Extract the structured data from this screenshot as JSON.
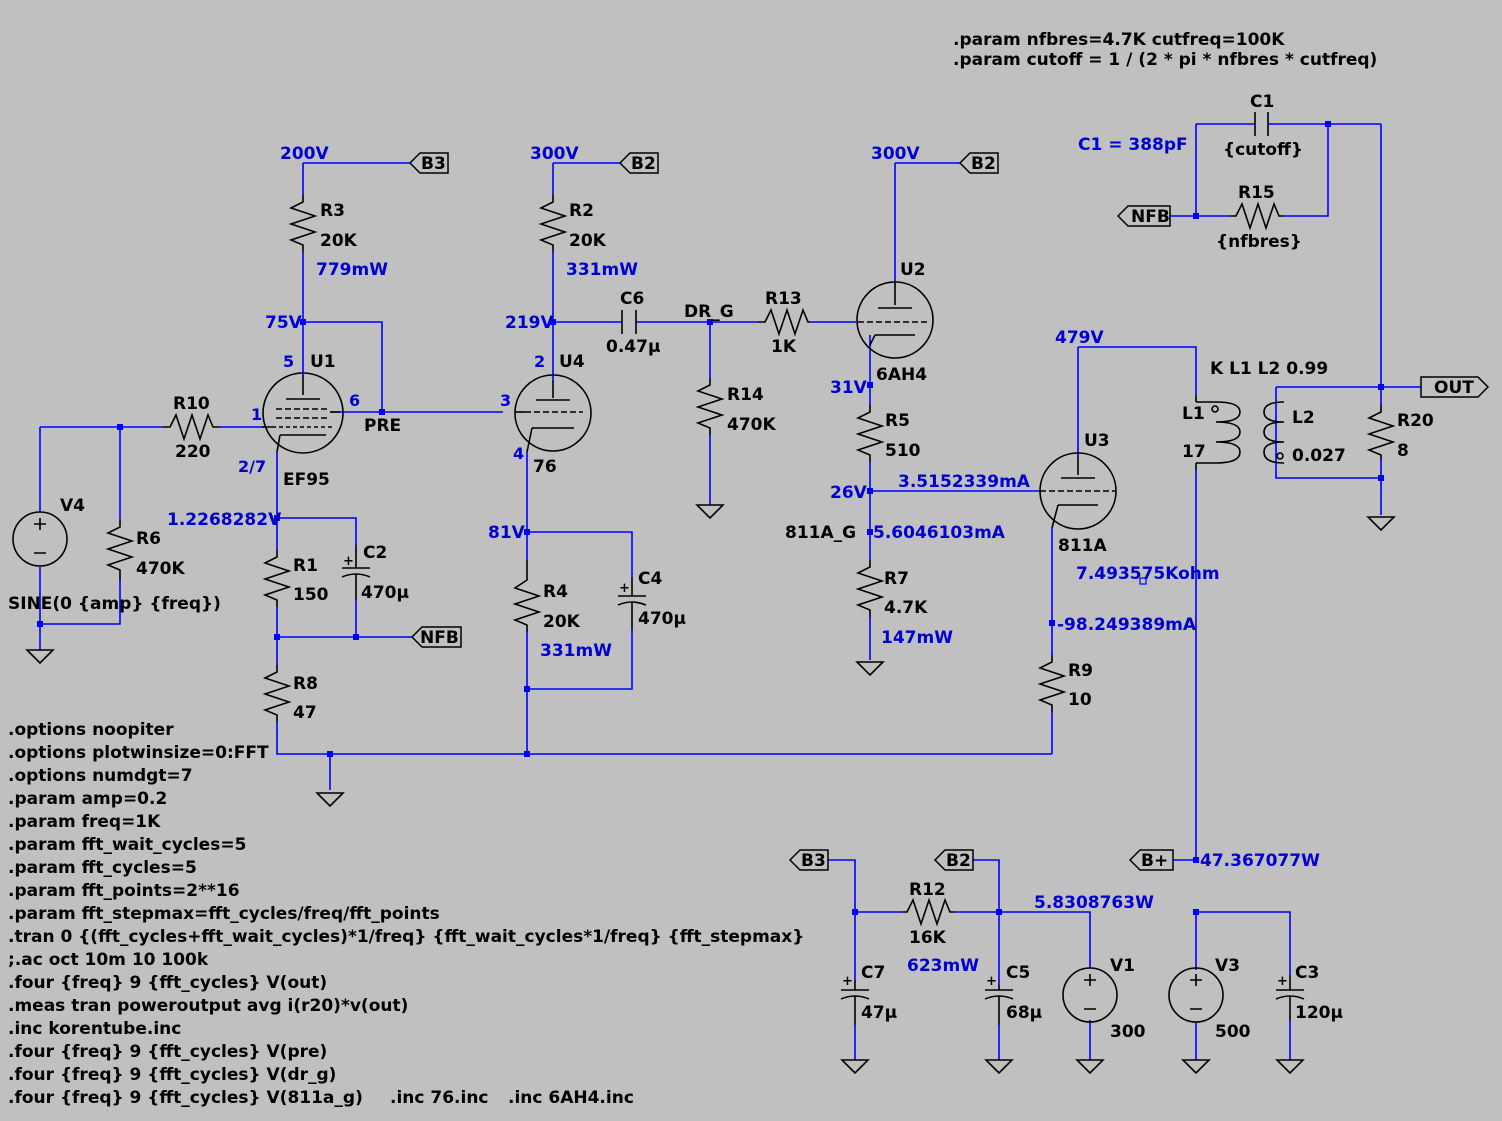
{
  "directives": {
    "top": [
      ".param nfbres=4.7K cutfreq=100K",
      ".param cutoff = 1 / (2  * pi * nfbres * cutfreq)"
    ],
    "bottom": [
      ".options noopiter",
      ".options plotwinsize=0:FFT",
      ".options numdgt=7",
      ".param amp=0.2",
      ".param freq=1K",
      ".param fft_wait_cycles=5",
      ".param fft_cycles=5",
      ".param fft_points=2**16",
      ".param fft_stepmax=fft_cycles/freq/fft_points",
      ".tran 0 {(fft_cycles+fft_wait_cycles)*1/freq} {fft_wait_cycles*1/freq} {fft_stepmax}",
      ";.ac oct 10m 10 100k",
      ".four {freq} 9 {fft_cycles} V(out)",
      ".meas tran poweroutput avg i(r20)*v(out)",
      ".inc korentube.inc",
      ".four {freq} 9 {fft_cycles} V(pre)",
      ".four {freq} 9 {fft_cycles} V(dr_g)",
      ".four {freq} 9 {fft_cycles} V(811a_g)"
    ],
    "inc_76": ".inc 76.inc",
    "inc_6ah4": ".inc 6AH4.inc",
    "coupling": "K L1 L2 0.99"
  },
  "components": {
    "R1": {
      "name": "R1",
      "value": "150"
    },
    "R2": {
      "name": "R2",
      "value": "20K"
    },
    "R3": {
      "name": "R3",
      "value": "20K"
    },
    "R4": {
      "name": "R4",
      "value": "20K"
    },
    "R5": {
      "name": "R5",
      "value": "510"
    },
    "R6": {
      "name": "R6",
      "value": "470K"
    },
    "R7": {
      "name": "R7",
      "value": "4.7K"
    },
    "R8": {
      "name": "R8",
      "value": "47"
    },
    "R9": {
      "name": "R9",
      "value": "10"
    },
    "R10": {
      "name": "R10",
      "value": "220"
    },
    "R12": {
      "name": "R12",
      "value": "16K"
    },
    "R13": {
      "name": "R13",
      "value": "1K"
    },
    "R14": {
      "name": "R14",
      "value": "470K"
    },
    "R15": {
      "name": "R15",
      "value": "{nfbres}"
    },
    "R20": {
      "name": "R20",
      "value": "8"
    },
    "C1": {
      "name": "C1",
      "value": "{cutoff}"
    },
    "C2": {
      "name": "C2",
      "value": "470μ"
    },
    "C3": {
      "name": "C3",
      "value": "120μ"
    },
    "C4": {
      "name": "C4",
      "value": "470μ"
    },
    "C5": {
      "name": "C5",
      "value": "68μ"
    },
    "C6": {
      "name": "C6",
      "value": "0.47μ"
    },
    "C7": {
      "name": "C7",
      "value": "47μ"
    },
    "L1": {
      "name": "L1",
      "value": "17"
    },
    "L2": {
      "name": "L2",
      "value": "0.027"
    },
    "V1": {
      "name": "V1",
      "value": "300"
    },
    "V3": {
      "name": "V3",
      "value": "500"
    },
    "V4": {
      "name": "V4",
      "value": "SINE(0 {amp} {freq})"
    },
    "U1": {
      "name": "U1",
      "value": "EF95"
    },
    "U2": {
      "name": "U2",
      "value": "6AH4"
    },
    "U3": {
      "name": "U3",
      "value": "811A"
    },
    "U4": {
      "name": "U4",
      "value": "76"
    }
  },
  "pins": {
    "u1_1": "1",
    "u1_5": "5",
    "u1_6": "6",
    "u1_27": "2/7",
    "u4_2": "2",
    "u4_3": "3",
    "u4_4": "4"
  },
  "nets": {
    "pre": "PRE",
    "dr_g": "DR_G",
    "g811": "811A_G",
    "b3_a": "B3",
    "b2_a": "B2",
    "b2_b": "B2",
    "b3_b": "B3",
    "b2_c": "B2",
    "nfb_a": "NFB",
    "nfb_b": "NFB",
    "out": "OUT",
    "bplus": "B+"
  },
  "annotations": {
    "v200": "200V",
    "v300a": "300V",
    "v300b": "300V",
    "p_r3": "779mW",
    "p_r2": "331mW",
    "p_r4": "331mW",
    "p_r7": "147mW",
    "p_r12": "623mW",
    "v75": "75V",
    "v219": "219V",
    "v31": "31V",
    "v26": "26V",
    "v81": "81V",
    "v479": "479V",
    "v_r1": "1.2268282V",
    "i_r5": "3.5152339mA",
    "i_811g": "5.6046103mA",
    "i_r9": "-98.249389mA",
    "z_811": "7.493575Kohm",
    "c1_calc": "C1 = 388pF",
    "pw_v3": "47.367077W",
    "pw_v1": "5.8308763W"
  }
}
